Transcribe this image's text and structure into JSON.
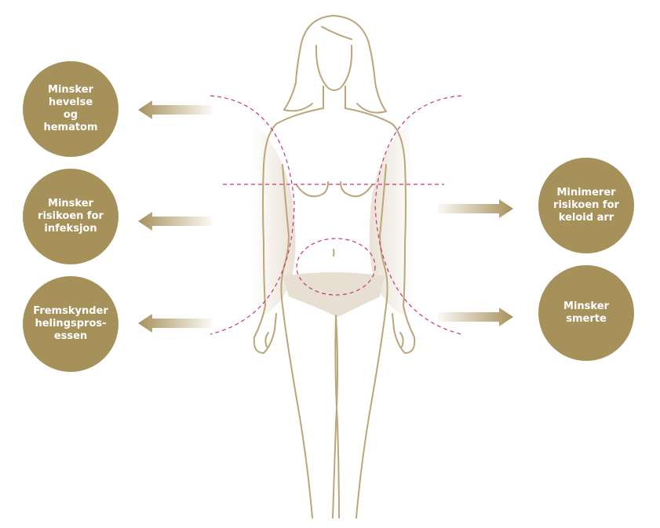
{
  "colors": {
    "badge": "#a7915b",
    "outline": "#bca679",
    "dashed": "#c8357a",
    "shade": "#e7dfd1",
    "arrow": "#b9a57d"
  },
  "benefits_left": [
    {
      "lines": [
        "Minsker",
        "hevelse",
        "og",
        "hematom"
      ]
    },
    {
      "lines": [
        "Minsker",
        "risikoen for",
        "infeksjon"
      ]
    },
    {
      "lines": [
        "Fremskynder",
        "helingspros-",
        "essen"
      ]
    }
  ],
  "benefits_right": [
    {
      "lines": [
        "Minimerer",
        "risikoen for",
        "keloid arr"
      ]
    },
    {
      "lines": [
        "Minsker",
        "smerte"
      ]
    }
  ],
  "icons": {
    "figure": "female-body-outline-icon",
    "arrow_left": "arrow-left-icon",
    "arrow_right": "arrow-right-icon"
  }
}
